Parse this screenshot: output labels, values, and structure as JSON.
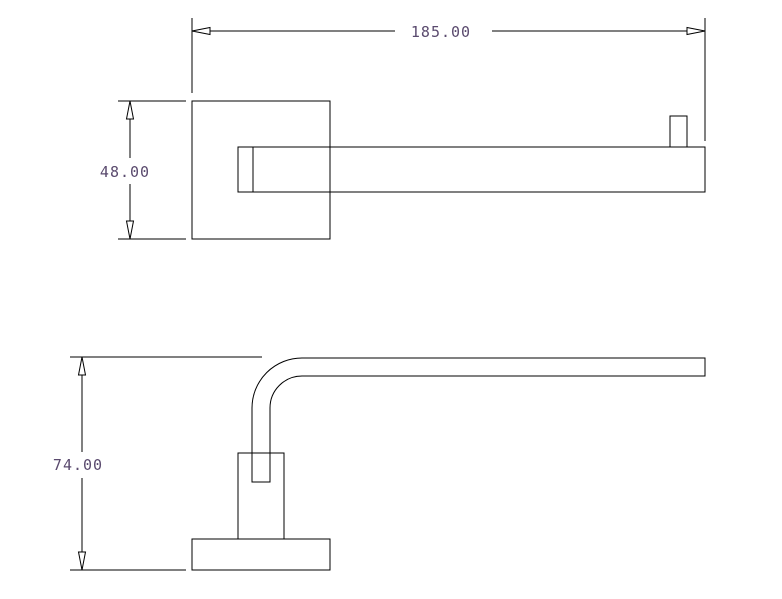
{
  "dimensions": {
    "width_label": "185.00",
    "top_height_label": "48.00",
    "side_height_label": "74.00"
  },
  "colors": {
    "line": "#000000",
    "dimension_text": "#5a4a6e",
    "background": "#ffffff"
  }
}
